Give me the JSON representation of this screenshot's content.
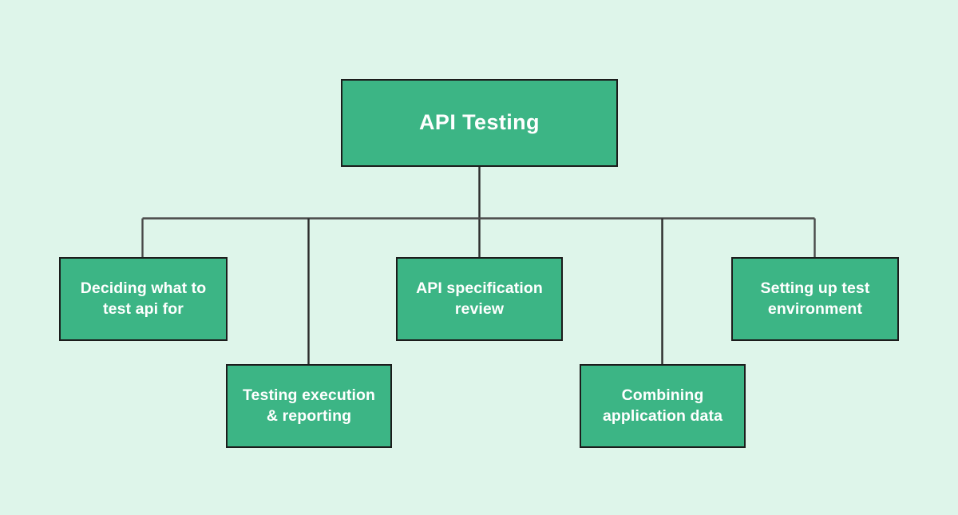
{
  "diagram": {
    "type": "tree",
    "title": "API Testing",
    "background_color": "#def5ea",
    "node_fill_color": "#3cb585",
    "node_border_color": "#1c1c1c",
    "node_text_color": "#ffffff",
    "connector_color": "#4a4a4a",
    "root": {
      "label": "API Testing"
    },
    "children": [
      {
        "label": "Deciding what to\ntest api for"
      },
      {
        "label": "Testing execution\n& reporting"
      },
      {
        "label": "API specification\nreview"
      },
      {
        "label": "Combining\napplication data"
      },
      {
        "label": "Setting up test\nenvironment"
      }
    ]
  }
}
